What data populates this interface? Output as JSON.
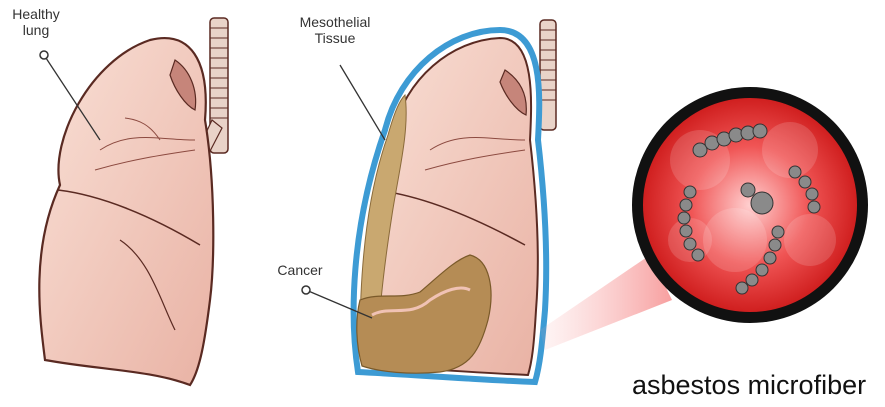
{
  "labels": {
    "healthy_lung": "Healthy\nlung",
    "mesothelial_tissue": "Mesothelial\nTissue",
    "cancer": "Cancer"
  },
  "caption": "asbestos microfiber",
  "colors": {
    "lung_fill": "#f3cdbf",
    "lung_outline": "#5a2a22",
    "trachea": "#e9d3c8",
    "pleura_outline": "#3d9bd4",
    "tissue": "#c9a870",
    "cancer": "#b58c55",
    "microscope_red": "#e33a3a",
    "microscope_rim": "#111111",
    "fiber": "#8a8a8a"
  },
  "icons": [
    "healthy-lung-illustration",
    "diseased-lung-illustration",
    "microscope-view",
    "asbestos-fiber"
  ]
}
